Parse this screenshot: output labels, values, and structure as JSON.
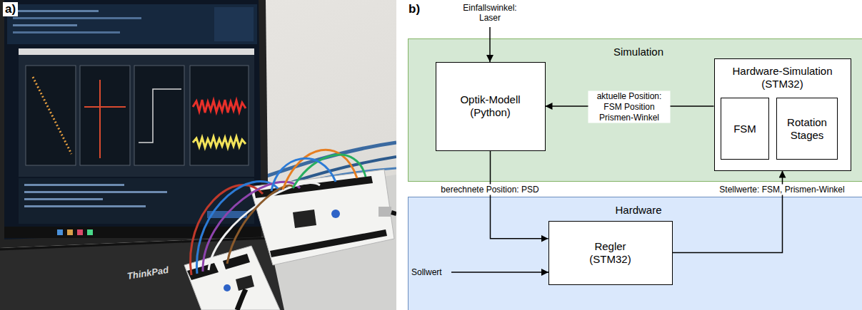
{
  "diagram": {
    "nodes": [
      {
        "text": [
          "Simulation"
        ]
      },
      {
        "text": [
          "Optik-Modell (Python)"
        ],
        "in": 0
      },
      {
        "text": [
          "Hardware-Simulation (STM32)"
        ],
        "in": 0
      },
      {
        "text": [
          "FSM"
        ],
        "in": 2
      },
      {
        "text": [
          "Rotation Stages"
        ],
        "in": 2
      },
      {
        "text": [
          "Hardware"
        ]
      },
      {
        "text": [
          "Regler (STM32)"
        ],
        "in": 5
      }
    ],
    "edges": [
      {
        "from": 1,
        "to": 6,
        "arrow": "to",
        "label": "berechnete Position: PSD"
      },
      {
        "from": 6,
        "to": 2,
        "arrow": "to",
        "label": "Stellwerte: FSM, Prismen-Winkel"
      },
      {
        "from": 2,
        "to": 1,
        "arrow": "to",
        "label": "aktuelle Position: FSM Position Prismen-Winkel"
      }
    ],
    "labels": [
      "a)",
      "b)",
      "ThinkPad",
      "Einfallswinkel: Laser",
      "Sollwert"
    ]
  }
}
